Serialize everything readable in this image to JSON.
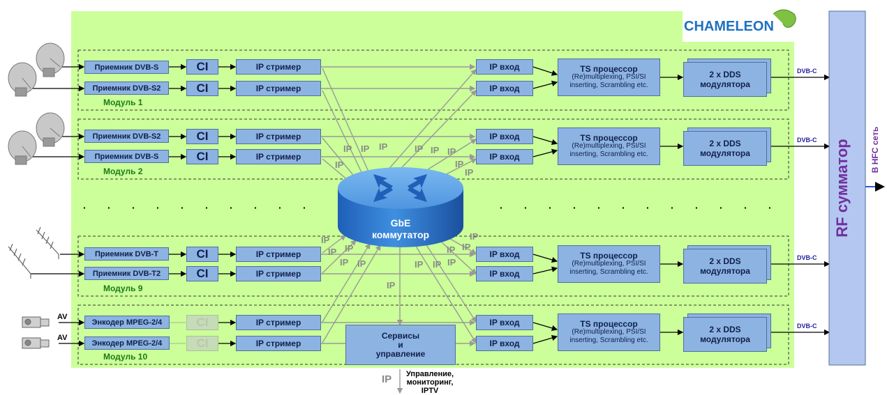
{
  "logo": {
    "text": "CHAMELEON"
  },
  "modules": [
    {
      "label": "Модуль 1",
      "rows": [
        {
          "rx": "Приемник DVB-S",
          "ci": "CI",
          "ip_streamer": "IP стример",
          "ip_in": "IP вход"
        },
        {
          "rx": "Приемник DVB-S2",
          "ci": "CI",
          "ip_streamer": "IP стример",
          "ip_in": "IP вход"
        }
      ],
      "ts": {
        "title": "TS процессор",
        "line1": "(Re)multiplexing, PSI/SI",
        "line2": "inserting, Scrambling etc."
      },
      "dds": {
        "line1": "2 x DDS",
        "line2": "модулятора"
      },
      "out": "DVB-C"
    },
    {
      "label": "Модуль 2",
      "rows": [
        {
          "rx": "Приемник DVB-S2",
          "ci": "CI",
          "ip_streamer": "IP стример",
          "ip_in": "IP вход"
        },
        {
          "rx": "Приемник DVB-S",
          "ci": "CI",
          "ip_streamer": "IP стример",
          "ip_in": "IP вход"
        }
      ],
      "ts": {
        "title": "TS процессор",
        "line1": "(Re)multiplexing, PSI/SI",
        "line2": "inserting, Scrambling etc."
      },
      "dds": {
        "line1": "2 x DDS",
        "line2": "модулятора"
      },
      "out": "DVB-C"
    },
    {
      "label": "Модуль 9",
      "rows": [
        {
          "rx": "Приемник DVB-T",
          "ci": "CI",
          "ip_streamer": "IP стример",
          "ip_in": "IP вход"
        },
        {
          "rx": "Приемник DVB-T2",
          "ci": "CI",
          "ip_streamer": "IP стример",
          "ip_in": "IP вход"
        }
      ],
      "ts": {
        "title": "TS процессор",
        "line1": "(Re)multiplexing, PSI/SI",
        "line2": "inserting, Scrambling etc."
      },
      "dds": {
        "line1": "2 x DDS",
        "line2": "модулятора"
      },
      "out": "DVB-C"
    },
    {
      "label": "Модуль 10",
      "rows": [
        {
          "rx": "Энкодер MPEG-2/4",
          "ci": "CI",
          "ip_streamer": "IP стример",
          "ip_in": "IP вход",
          "av": "AV"
        },
        {
          "rx": "Энкодер MPEG-2/4",
          "ci": "CI",
          "ip_streamer": "IP стример",
          "ip_in": "IP вход",
          "av": "AV"
        }
      ],
      "ts": {
        "title": "TS процессор",
        "line1": "(Re)multiplexing, PSI/SI",
        "line2": "inserting, Scrambling etc."
      },
      "dds": {
        "line1": "2 x DDS",
        "line2": "модулятора"
      },
      "out": "DVB-C"
    }
  ],
  "switch": {
    "line1": "GbE",
    "line2": "коммутатор"
  },
  "services": {
    "line1": "Сервисы",
    "line2": "и",
    "line3": "управление"
  },
  "ip_label": "IP",
  "mgmt": {
    "ip": "IP",
    "line1": "Управление,",
    "line2": "мониторинг,",
    "line3": "IPTV"
  },
  "rf_combiner": "RF сумматор",
  "hfc": "В HFC сеть",
  "dots": "·",
  "colors": {
    "green_bg": "#ccff99",
    "box": "#8db3e2",
    "rf": "#b4c7f0",
    "rf_text": "#7030a0",
    "module_label": "#1a7a1a"
  }
}
